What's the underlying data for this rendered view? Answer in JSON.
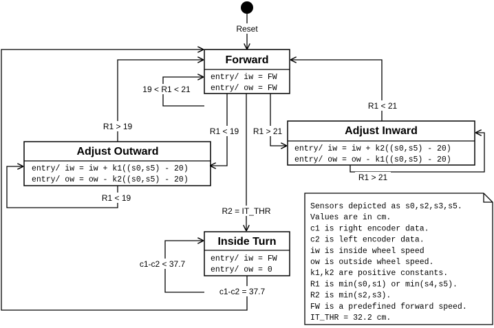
{
  "initial": {
    "label": "Reset"
  },
  "states": {
    "forward": {
      "title": "Forward",
      "entry": [
        "entry/ iw = FW",
        "entry/ ow = FW"
      ]
    },
    "adjust_inward": {
      "title": "Adjust Inward",
      "entry": [
        "entry/ iw = iw + k2((s0,s5) - 20)",
        "entry/ ow = ow - k1((s0,s5) - 20)"
      ]
    },
    "adjust_outward": {
      "title": "Adjust Outward",
      "entry": [
        "entry/ iw = iw + k1((s0,s5) - 20)",
        "entry/ ow = ow - k2((s0,s5) - 20)"
      ]
    },
    "inside_turn": {
      "title": "Inside Turn",
      "entry": [
        "entry/ iw = FW",
        "entry/ ow = 0"
      ]
    }
  },
  "transitions": {
    "fwd_self": "19 < R1 < 21",
    "fwd_to_outward": "R1 < 19",
    "fwd_to_inward": "R1 > 21",
    "fwd_to_turn": "R2 = IT_THR",
    "outward_to_fwd": "R1 > 19",
    "outward_self": "R1 < 19",
    "inward_to_fwd": "R1 < 21",
    "inward_self": "R1 > 21",
    "turn_self": "c1-c2 < 37.7",
    "turn_to_fwd": "c1-c2 = 37.7"
  },
  "note": {
    "lines": [
      "Sensors depicted as s0,s2,s3,s5.",
      "Values are in cm.",
      "c1 is right encoder data.",
      "c2 is left encoder data.",
      "iw is inside wheel speed",
      "ow is outside wheel speed.",
      "k1,k2 are positive constants.",
      "R1 is min(s0,s1) or min(s4,s5).",
      "R2 is min(s2,s3).",
      "FW is a predefined forward speed.",
      "IT_THR = 32.2 cm."
    ]
  }
}
